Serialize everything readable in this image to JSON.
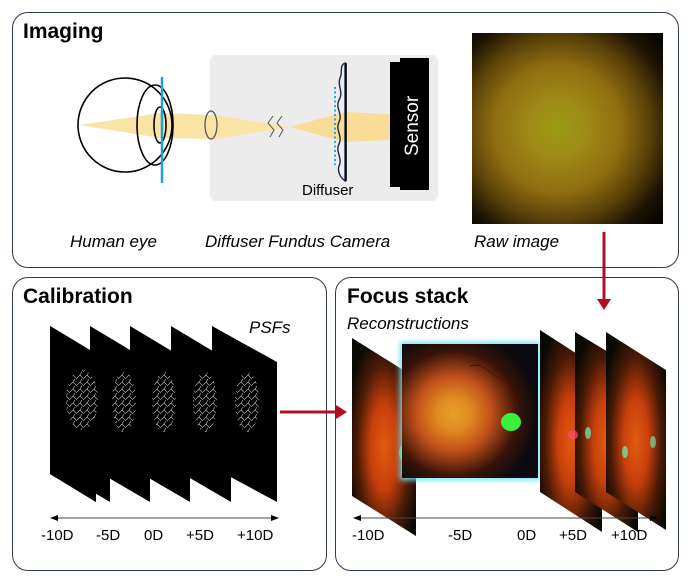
{
  "colors": {
    "panel_border": "#2f3a52",
    "arrow_red": "#b01020",
    "beam": "#fbe3a6",
    "cornea_line": "#1ea0d8",
    "camera_box": "#ececec",
    "highlight_glow": "#6fe3ee"
  },
  "imaging": {
    "title": "Imaging",
    "eye_label": "Human eye",
    "camera_label": "Diffuser Fundus Camera",
    "raw_label": "Raw image",
    "diffuser_label": "Diffuser",
    "sensor_label": "Sensor",
    "icons": [
      "eye-diagram",
      "lens-icon",
      "break-mark-icon",
      "diffuser-icon",
      "sensor-icon"
    ]
  },
  "calibration": {
    "title": "Calibration",
    "subtitle": "PSFs",
    "axis_labels": [
      "-10D",
      "-5D",
      "0D",
      "+5D",
      "+10D"
    ]
  },
  "focus_stack": {
    "title": "Focus stack",
    "subtitle": "Reconstructions",
    "axis_labels": [
      "-10D",
      "-5D",
      "0D",
      "+5D",
      "+10D"
    ],
    "highlighted": "-5D"
  }
}
